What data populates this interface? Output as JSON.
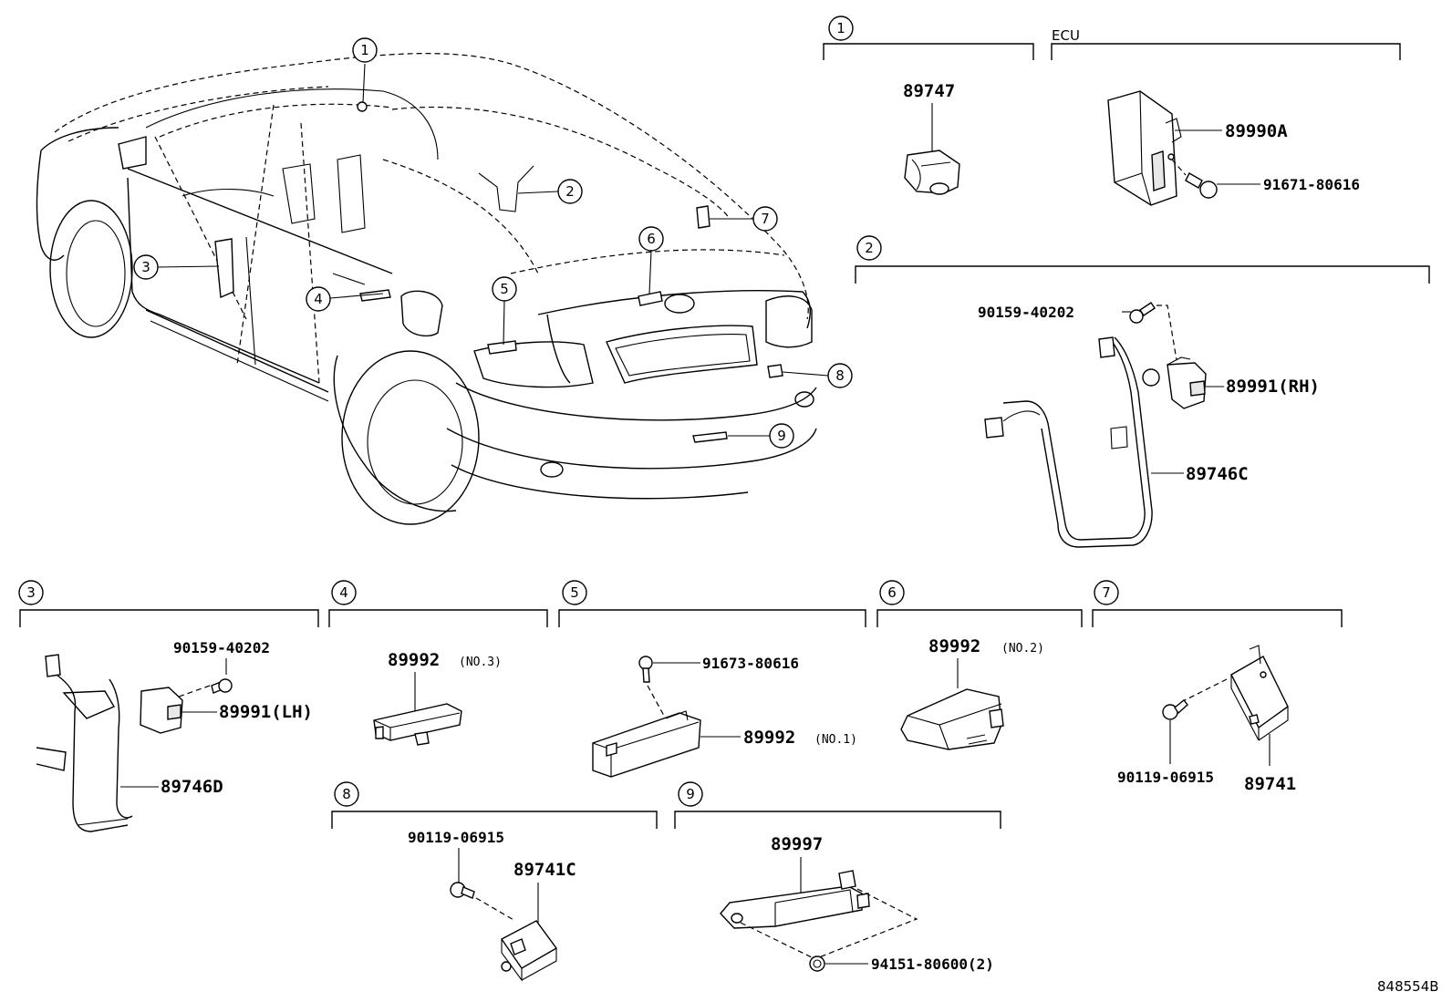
{
  "figure_id": "848554B",
  "ecu_label": "ECU",
  "callouts": {
    "c1": "1",
    "c2": "2",
    "c3": "3",
    "c4": "4",
    "c5": "5",
    "c6": "6",
    "c7": "7",
    "c8": "8",
    "c9": "9"
  },
  "groups": {
    "g1": {
      "number": "1",
      "parts": {
        "p89747": "89747"
      }
    },
    "ecu": {
      "parts": {
        "p89990A": "89990A",
        "p91671": "91671-80616"
      }
    },
    "g2": {
      "number": "2",
      "parts": {
        "p90159": "90159-40202",
        "p89991RH": "89991(RH)",
        "p89746C": "89746C"
      }
    },
    "g3": {
      "number": "3",
      "parts": {
        "p90159": "90159-40202",
        "p89991LH": "89991(LH)",
        "p89746D": "89746D"
      }
    },
    "g4": {
      "number": "4",
      "parts": {
        "p89992": "89992",
        "note": "(NO.3)"
      }
    },
    "g5": {
      "number": "5",
      "parts": {
        "p91673": "91673-80616",
        "p89992": "89992",
        "note": "(NO.1)"
      }
    },
    "g6": {
      "number": "6",
      "parts": {
        "p89992": "89992",
        "note": "(NO.2)"
      }
    },
    "g7": {
      "number": "7",
      "parts": {
        "p90119": "90119-06915",
        "p89741": "89741"
      }
    },
    "g8": {
      "number": "8",
      "parts": {
        "p90119": "90119-06915",
        "p89741C": "89741C"
      }
    },
    "g9": {
      "number": "9",
      "parts": {
        "p89997": "89997",
        "p94151": "94151-80600(2)"
      }
    }
  }
}
